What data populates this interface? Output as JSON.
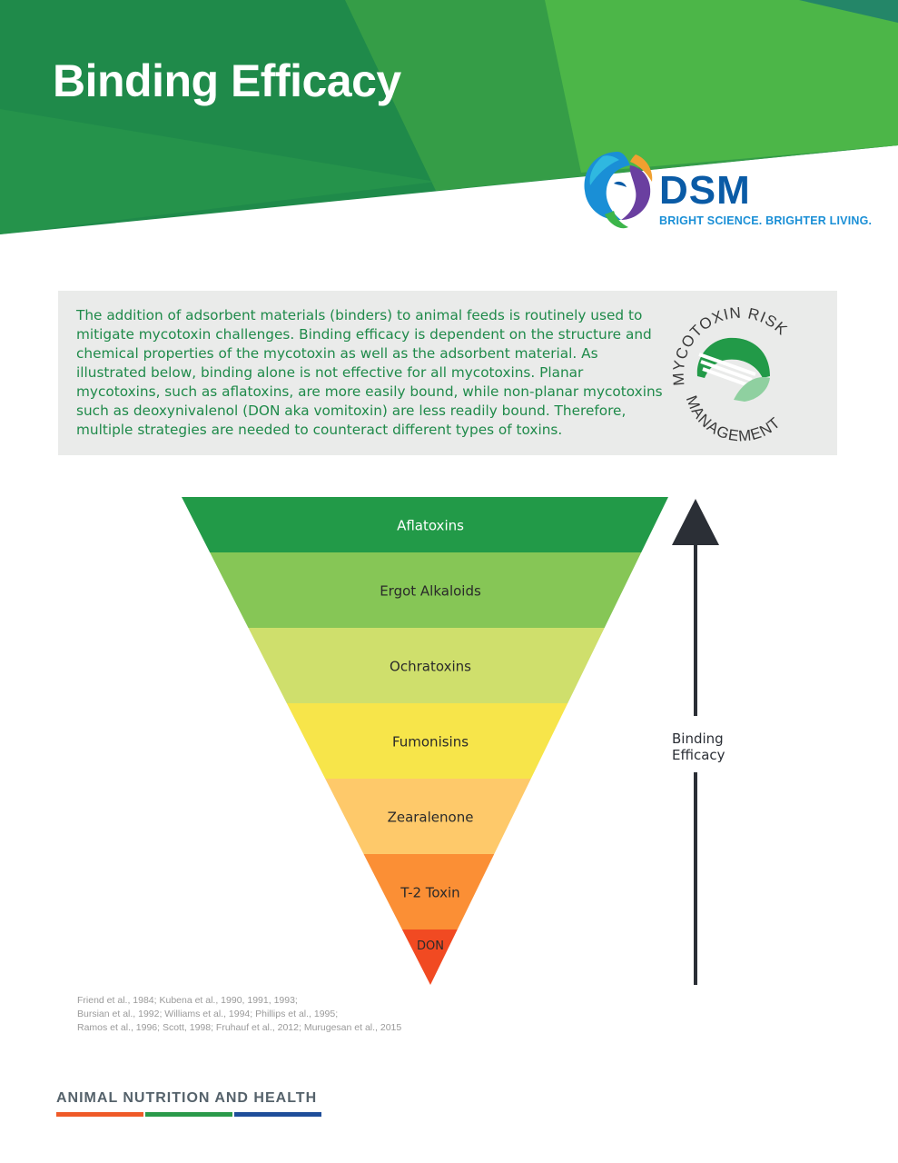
{
  "header": {
    "title": "Binding Efficacy",
    "colors": {
      "dark_green": "#1f8a4a",
      "light_green": "#4cb648",
      "teal": "#1a7a70"
    }
  },
  "logo": {
    "name": "DSM",
    "tagline": "BRIGHT SCIENCE. BRIGHTER LIVING.",
    "icon": "dsm-swirl-logo-icon",
    "colors": {
      "text": "#0a5ba6",
      "tagline": "#1a8fd6"
    }
  },
  "intro": {
    "text": "The addition of adsorbent materials (binders) to animal feeds is routinely used to mitigate mycotoxin challenges. Binding efficacy is dependent on the structure and chemical properties of the mycotoxin as well as the adsorbent material. As illustrated below, binding alone is not effective for all mycotoxins. Planar mycotoxins, such as aflatoxins, are more easily bound, while non-planar mycotoxins such as deoxynivalenol (DON aka vomitoxin) are less readily bound. Therefore, multiple strategies are needed to counteract different types of toxins.",
    "badge": {
      "top_text": "MYCOTOXIN RISK",
      "bottom_text": "MANAGEMENT",
      "icon": "helmet-icon"
    }
  },
  "funnel": {
    "levels": [
      {
        "label": "Aflatoxins",
        "color": "#229a48"
      },
      {
        "label": "Ergot Alkaloids",
        "color": "#86c656"
      },
      {
        "label": "Ochratoxins",
        "color": "#cfdf6c"
      },
      {
        "label": "Fumonisins",
        "color": "#f7e54a"
      },
      {
        "label": "Zearalenone",
        "color": "#fec96a"
      },
      {
        "label": "T-2 Toxin",
        "color": "#fb8f35"
      },
      {
        "label": "DON",
        "color": "#f14a22"
      }
    ],
    "axis_label_line1": "Binding",
    "axis_label_line2": "Efficacy",
    "axis_direction": "up"
  },
  "citations": [
    "Friend et al., 1984; Kubena et al., 1990, 1991, 1993;",
    "Bursian et al., 1992; Williams et al., 1994; Phillips et al., 1995;",
    "Ramos et al., 1996; Scott, 1998; Fruhauf et al., 2012; Murugesan et al., 2015"
  ],
  "footer": {
    "label": "ANIMAL NUTRITION AND HEALTH",
    "bar_colors": [
      "#ef5a28",
      "#2a9a4a",
      "#1f4e9a"
    ]
  }
}
